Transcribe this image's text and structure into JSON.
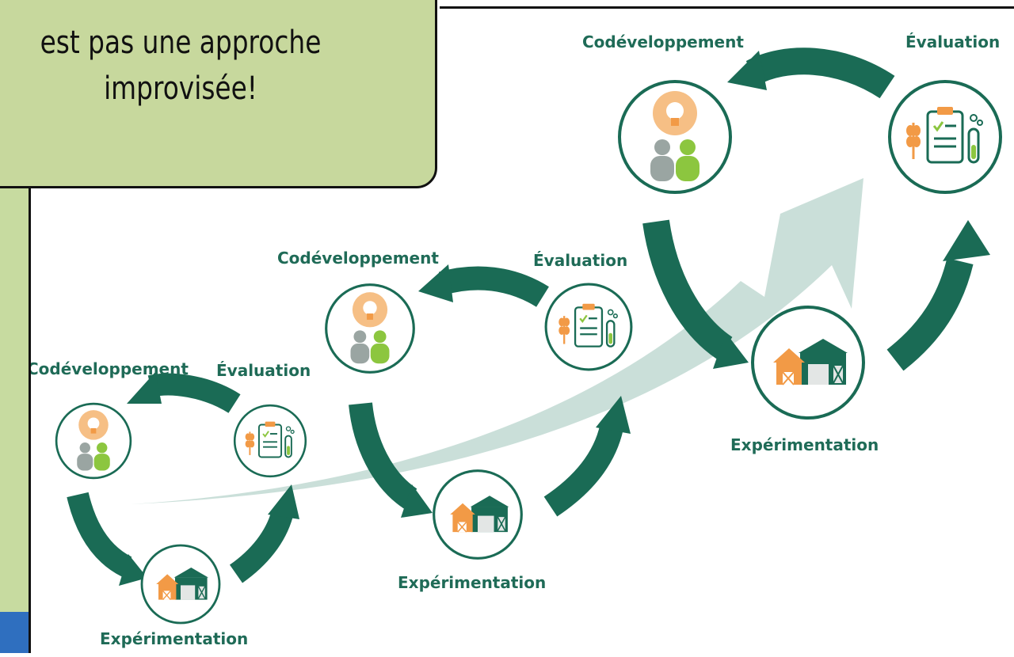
{
  "callout": {
    "text": "est pas une approche\nimprovisée!"
  },
  "colors": {
    "primary": "#1a6b55",
    "accent": "#f29a46",
    "sweep_arrow": "#c7ddd7",
    "callout_bg": "#c7d89d",
    "label": "#1f6b57"
  },
  "cycles": [
    {
      "codeveloppement": "Codéveloppement",
      "evaluation": "Évaluation",
      "experimentation": "Expérimentation"
    },
    {
      "codeveloppement": "Codéveloppement",
      "evaluation": "Évaluation",
      "experimentation": "Expérimentation"
    },
    {
      "codeveloppement": "Codéveloppement",
      "evaluation": "Évaluation",
      "experimentation": "Expérimentation"
    }
  ]
}
